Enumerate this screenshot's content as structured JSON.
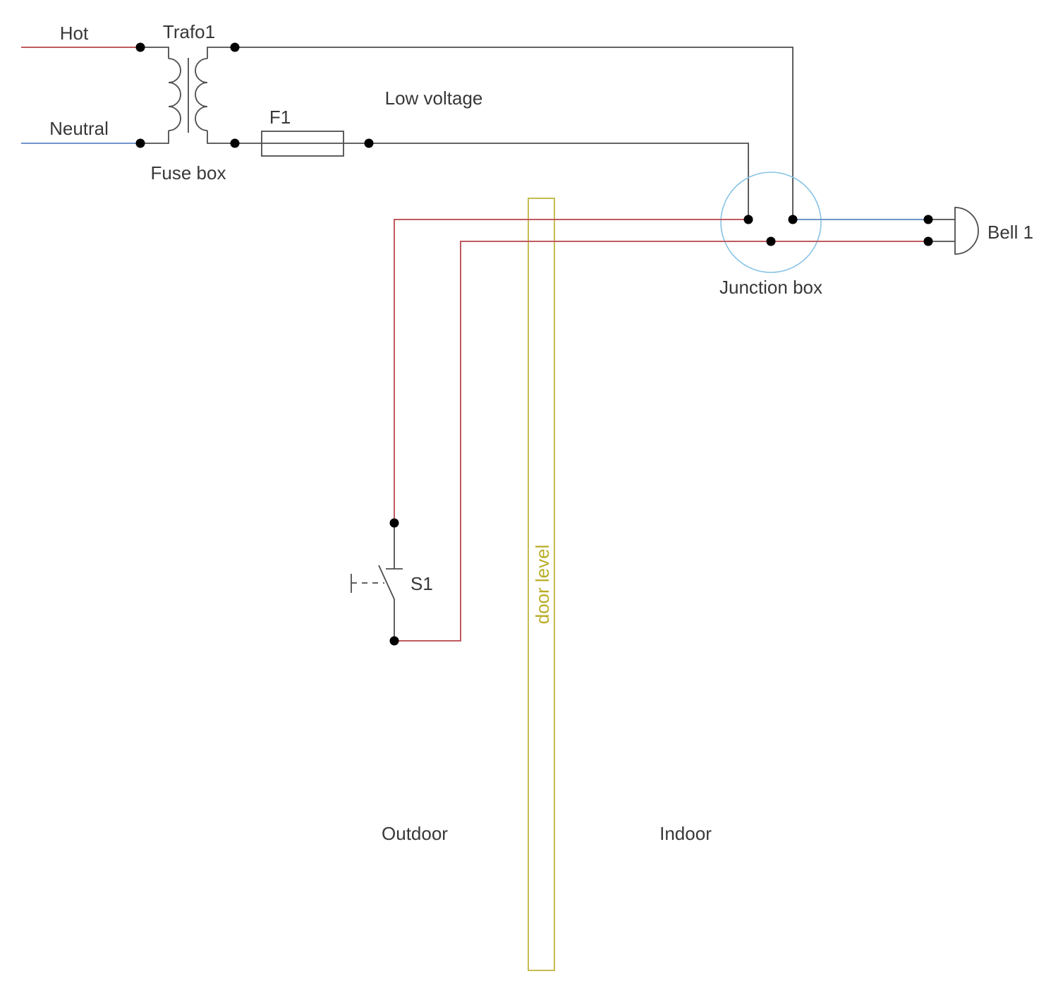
{
  "diagram": {
    "power": {
      "hot_label": "Hot",
      "neutral_label": "Neutral"
    },
    "transformer": {
      "label": "Trafo1",
      "sublabel": "Fuse box"
    },
    "fuse": {
      "label": "F1"
    },
    "low_voltage_label": "Low voltage",
    "junction_box": {
      "label": "Junction box"
    },
    "bell": {
      "label": "Bell 1"
    },
    "switch": {
      "label": "S1"
    },
    "door": {
      "label": "door level"
    },
    "zones": {
      "outdoor_label": "Outdoor",
      "indoor_label": "Indoor"
    }
  },
  "colors": {
    "wire-red": "#c05a5e",
    "wire-blue": "#7094c8",
    "wire-dark": "#4d4d4d",
    "junction-circle": "#85c3e6",
    "door-level": "#b9ac25",
    "label-text": "#383838",
    "dot": "#000000",
    "background": "#ffffff"
  }
}
